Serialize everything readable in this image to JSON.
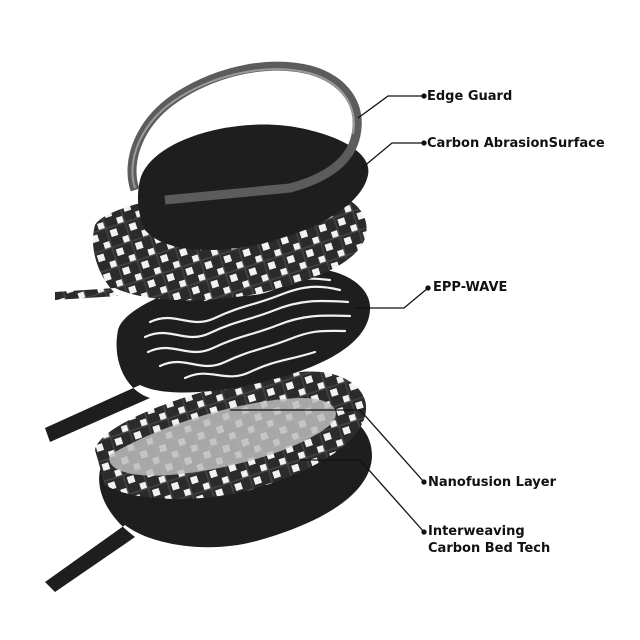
{
  "labels": {
    "edge_guard": "Edge Guard",
    "carbon_surface": "Carbon AbrasionSurface",
    "epp_wave": "EPP-WAVE",
    "nanofusion": "Nanofusion Layer",
    "interweaving_line1": "Interweaving",
    "interweaving_line2": "Carbon Bed Tech"
  },
  "colors": {
    "layer": "#1e1e1e",
    "edge_guard": "#5c5c5c",
    "carbon_weave": "#2a2a2a",
    "carbon_gap": "#f2f2f2",
    "nanofusion": "#bdbdbd",
    "leader": "#111111",
    "text": "#111111"
  }
}
